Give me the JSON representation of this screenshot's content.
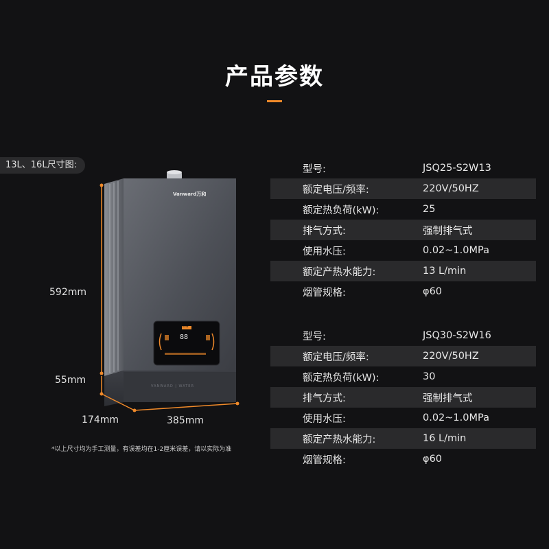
{
  "header": {
    "title": "产品参数"
  },
  "size_tag": "13L、16L尺寸图:",
  "dimensions": {
    "height": "592mm",
    "base": "55mm",
    "depth": "174mm",
    "width": "385mm"
  },
  "product": {
    "brand": "Vanward万和",
    "panel_label": "O0W",
    "panel_digits": "88",
    "base_text": "VANWARD  |  WATER"
  },
  "footnote": "*以上尺寸均为手工测量，有误差均在1-2厘米误差，请以实际为准",
  "specs": [
    {
      "rows": [
        {
          "key": "型号:",
          "value": "JSQ25-S2W13"
        },
        {
          "key": "额定电压/频率:",
          "value": "220V/50HZ"
        },
        {
          "key": "额定热负荷(kW):",
          "value": "25"
        },
        {
          "key": "排气方式:",
          "value": "强制排气式"
        },
        {
          "key": "使用水压:",
          "value": "0.02~1.0MPa"
        },
        {
          "key": "额定产热水能力:",
          "value": "13 L/min"
        },
        {
          "key": "烟管规格:",
          "value": "φ60"
        }
      ]
    },
    {
      "rows": [
        {
          "key": "型号:",
          "value": "JSQ30-S2W16"
        },
        {
          "key": "额定电压/频率:",
          "value": "220V/50HZ"
        },
        {
          "key": "额定热负荷(kW):",
          "value": "30"
        },
        {
          "key": "排气方式:",
          "value": "强制排气式"
        },
        {
          "key": "使用水压:",
          "value": "0.02~1.0MPa"
        },
        {
          "key": "额定产热水能力:",
          "value": "16 L/min"
        },
        {
          "key": "烟管规格:",
          "value": "φ60"
        }
      ]
    }
  ],
  "colors": {
    "accent": "#f08a2a",
    "background": "#121214",
    "row_shade": "#2a2a2c"
  }
}
